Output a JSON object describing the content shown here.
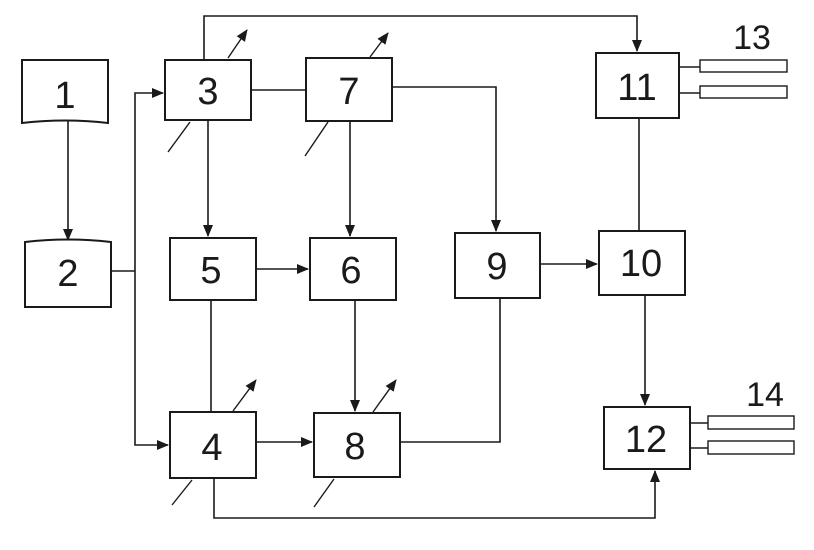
{
  "diagram": {
    "blocks": [
      "1",
      "2",
      "3",
      "4",
      "5",
      "6",
      "7",
      "8",
      "9",
      "10",
      "11",
      "12"
    ],
    "outputs": [
      "13",
      "14"
    ]
  }
}
